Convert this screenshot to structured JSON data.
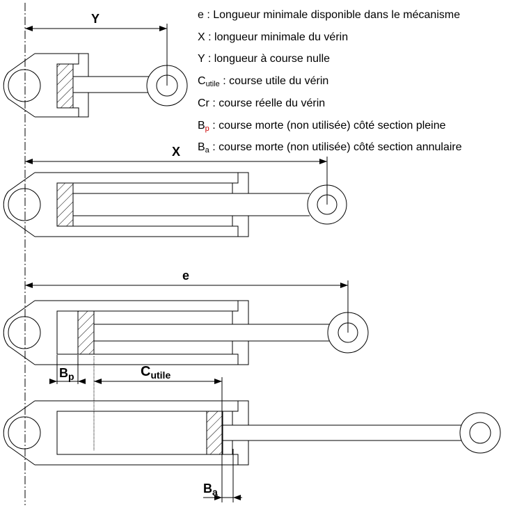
{
  "legend": [
    {
      "sym": "e",
      "sub": "",
      "text": " : Longueur minimale disponible dans le mécanisme"
    },
    {
      "sym": "X",
      "sub": "",
      "text": " : longueur minimale du vérin"
    },
    {
      "sym": "Y",
      "sub": "",
      "text": " : longueur à course nulle"
    },
    {
      "sym": "C",
      "sub": "utile",
      "text": " : course utile du vérin"
    },
    {
      "sym": "Cr",
      "sub": "",
      "text": " : course réelle du vérin"
    },
    {
      "sym": "B",
      "sub": "p",
      "text": " : course morte (non utilisée) côté section pleine"
    },
    {
      "sym": "B",
      "sub": "a",
      "text": " : course morte (non utilisée) côté section annulaire"
    }
  ],
  "dimensions": {
    "y": "Y",
    "x": "X",
    "e": "e",
    "bp": {
      "sym": "B",
      "sub": "p"
    },
    "cutile": {
      "sym": "C",
      "sub": "utile"
    },
    "ba": {
      "sym": "B",
      "sub": "a"
    }
  },
  "colors": {
    "line": "#000000",
    "bp_subscript": "#cc0000"
  }
}
